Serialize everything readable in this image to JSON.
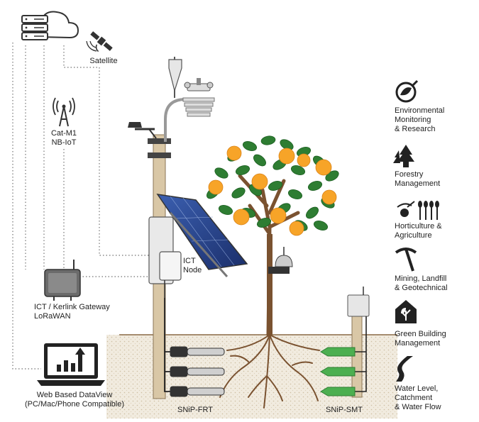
{
  "labels": {
    "satellite": "Satellite",
    "cellular": [
      "Cat-M1",
      "NB-IoT"
    ],
    "gateway": [
      "ICT / Kerlink Gateway",
      "LoRaWAN"
    ],
    "node": [
      "ICT",
      "Node"
    ],
    "dataview": [
      "Web Based DataView",
      "(PC/Mac/Phone Compatible)"
    ],
    "snip_frt": "SNiP-FRT",
    "snip_smt": "SNiP-SMT"
  },
  "applications": [
    {
      "icon": "environment-icon",
      "lines": [
        "Environmental",
        "Monitoring",
        "& Research"
      ]
    },
    {
      "icon": "forestry-icon",
      "lines": [
        "Forestry",
        "Management"
      ]
    },
    {
      "icon": "agriculture-icon",
      "lines": [
        "Horticulture &",
        "Agriculture"
      ]
    },
    {
      "icon": "mining-icon",
      "lines": [
        "Mining, Landfill",
        "& Geotechnical"
      ]
    },
    {
      "icon": "green-building-icon",
      "lines": [
        "Green Building",
        "Management"
      ]
    },
    {
      "icon": "water-icon",
      "lines": [
        "Water Level,",
        "Catchment",
        "& Water Flow"
      ]
    }
  ],
  "colors": {
    "pole": "#d9c7a6",
    "ground": "#efe7d8",
    "leaf": "#2e7d32",
    "orange": "#f7a428",
    "sensor_green": "#4caf50",
    "ink": "#222222"
  }
}
